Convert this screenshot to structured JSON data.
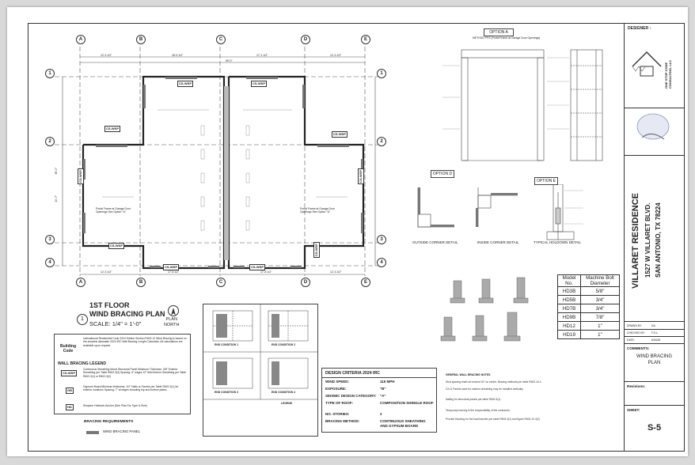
{
  "plan": {
    "title_line1": "1ST FLOOR",
    "title_line2": "WIND BRACING PLAN",
    "scale": "SCALE: 1/4\" = 1'-0\"",
    "detail_number": "1",
    "north_label": "PLAN\nNORTH",
    "grid_columns": [
      "A",
      "B",
      "C",
      "D",
      "E"
    ],
    "grid_rows": [
      "1",
      "2",
      "3",
      "4"
    ],
    "tag_cswsp": "CS-WSP",
    "dims_top": [
      "12'-3 1/2\"",
      "18'-9 1/2\"",
      "17'-1 1/2\"",
      "12'-3 1/2\""
    ],
    "dim_overall": "59'-0\"",
    "dims_bottom": [
      "12'-3 1/2\"",
      "12'-3 1/2\""
    ],
    "dim_mid_bottom": [
      "17'-8 1/2\"",
      "17'-8 1/2\""
    ],
    "left_dims": [
      "39'-0\"",
      "20'-7\""
    ],
    "portal_note_left": "Portal Frame at Garage Door Openings See Option \"A\"",
    "portal_note_right": "Portal Frame at Garage Door Openings See Option \"A\""
  },
  "info_box": {
    "code_label": "Building Code",
    "code_text": "International Residential Code 2024 Edition Section R602.12 Wind Bracing is based on the simplest allowable 2024 IRC Wall Bracing Length Calculator. All calculations are available upon request",
    "legend_title": "WALL BRACING LEGEND",
    "legend_tag1": "CS-WSP",
    "legend_text1": "Continuous Sheathing Wood Structural Panel Minimum Thickness: 3/8\" Exterior Sheathing per Table R602.3(3) Spacing: 6\" edges 12\" field Interior Sheathing per Table R602.3(1) or R602.3(2)",
    "legend_tag2": "GB",
    "legend_text2": "Gypsum Board Minimum thickness: 1/2\" Nails or Screws per Table R602.3(1) for exterior locations Spacing: 7\" at edges including top and bottom plates",
    "legend_tag3": "HD",
    "legend_text3": "Simpson Holdown Anchor (See Plan For Type & Size)",
    "bracing_req": "BRACING REQUIREMENTS",
    "bracing_panel": "WIND BRACING PANEL"
  },
  "end_conditions": {
    "labels": [
      "END CONDITION 1",
      "END CONDITION 2",
      "END CONDITION 3",
      "END CONDITION 4"
    ],
    "legend": "LEGEND"
  },
  "design_criteria": {
    "title": "DESIGN CRITERIA 2024 IRC",
    "rows": [
      {
        "k": "WIND SPEED:",
        "v": "115 MPH"
      },
      {
        "k": "EXPOSURE:",
        "v": "\"B\""
      },
      {
        "k": "SEISMIC DESIGN CATEGORY:",
        "v": "\"A\""
      },
      {
        "k": "TYPE OF ROOF:",
        "v": "COMPOSITION SHINGLE ROOF"
      },
      {
        "k": "NO. STORIES:",
        "v": "2"
      },
      {
        "k": "BRACING METHOD:",
        "v": "CONTINUOUS SHEATHING AND GYPSUM BOARD"
      }
    ]
  },
  "general_notes": {
    "title": "GENERAL WALL BRACING NOTES",
    "items": [
      "Stud spacing shall not exceed 16\" on center. Bracing methods per table R602.10.4.",
      "CS-G Panels used for exterior sheathing may be installed vertically.",
      "Nailing for structural panels per table R602.3(1).",
      "Temporary bracing is the responsibility of the contractor.",
      "Provide blocking for the load transfer per table R602.3(1) and figure R602.10.4(2)."
    ]
  },
  "options": {
    "option_a": "OPTION A",
    "option_a_sub": "METHOD PFG (Portal Frame at Garage Door Openings)",
    "option_d": "OPTION D",
    "option_e": "OPTION E",
    "outside_corner": "OUTSIDE CORNER DETAIL",
    "inside_corner": "INSIDE CORNER DETAIL",
    "typical_holdown": "TYPICAL HOLDOWN DETAIL"
  },
  "holdown_table": {
    "col1": "Model No.",
    "col2": "Machine Bolt Diameter",
    "rows": [
      [
        "HD3B",
        "5/8\""
      ],
      [
        "HD5B",
        "3/4\""
      ],
      [
        "HD7B",
        "3/4\""
      ],
      [
        "HD9B",
        "7/8\""
      ],
      [
        "HD12",
        "1\""
      ],
      [
        "HD19",
        "1\""
      ]
    ]
  },
  "title_block": {
    "designer_label": "DESIGNER :",
    "firm_name": "ONE STOP CODE CONSULTING, LLC",
    "project_name": "VILLARET RESIDENCE",
    "address1": "1527 W VILLARET BLVD.",
    "address2": "SAN ANTONIO, TX 78224",
    "drawn_by_label": "DRAWN BY:",
    "drawn_by": "DA",
    "checked_by_label": "CHECKED BY:",
    "checked_by": "F.D.L.",
    "date_label": "DATE:",
    "date": "6/04/26",
    "comments_label": "COMMENTS:",
    "comments": "WIND BRACING PLAN",
    "revisions_label": "Revisions:",
    "sheet_label": "SHEET:",
    "sheet_number": "S-5"
  }
}
